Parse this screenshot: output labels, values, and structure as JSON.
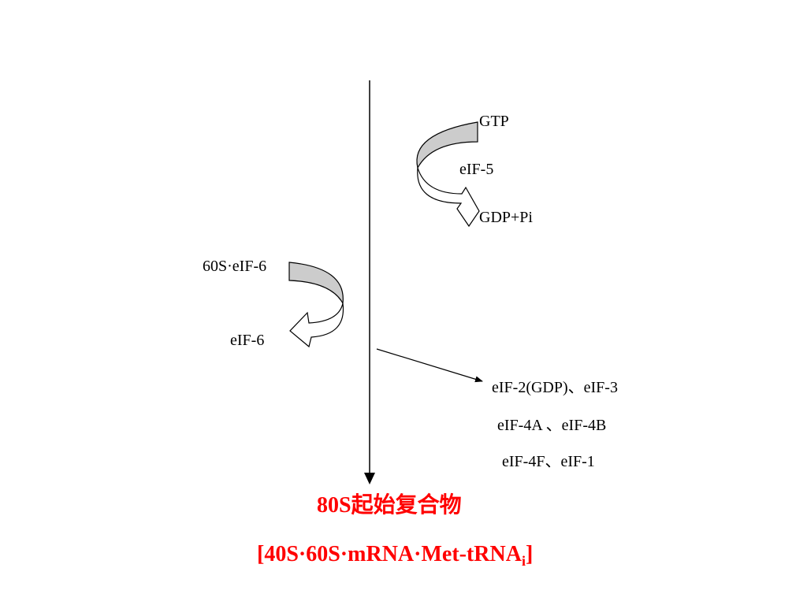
{
  "top_right": {
    "gtp": "GTP",
    "factor": "eIF-5",
    "products": "GDP+Pi"
  },
  "left": {
    "input": "60S·eIF-6",
    "released": "eIF-6"
  },
  "released_factors": {
    "line1": "eIF-2(GDP)、eIF-3",
    "line2": "eIF-4A 、eIF-4B",
    "line3": "eIF-4F、eIF-1"
  },
  "product": {
    "title": "80S起始复合物",
    "formula_main": "[40S·60S·mRNA·Met-tRNA",
    "formula_sub": "i",
    "formula_close": "]"
  },
  "colors": {
    "arrow_fill_gray": "#cccccc",
    "arrow_stroke": "#000000",
    "product_text": "#ff0000"
  }
}
